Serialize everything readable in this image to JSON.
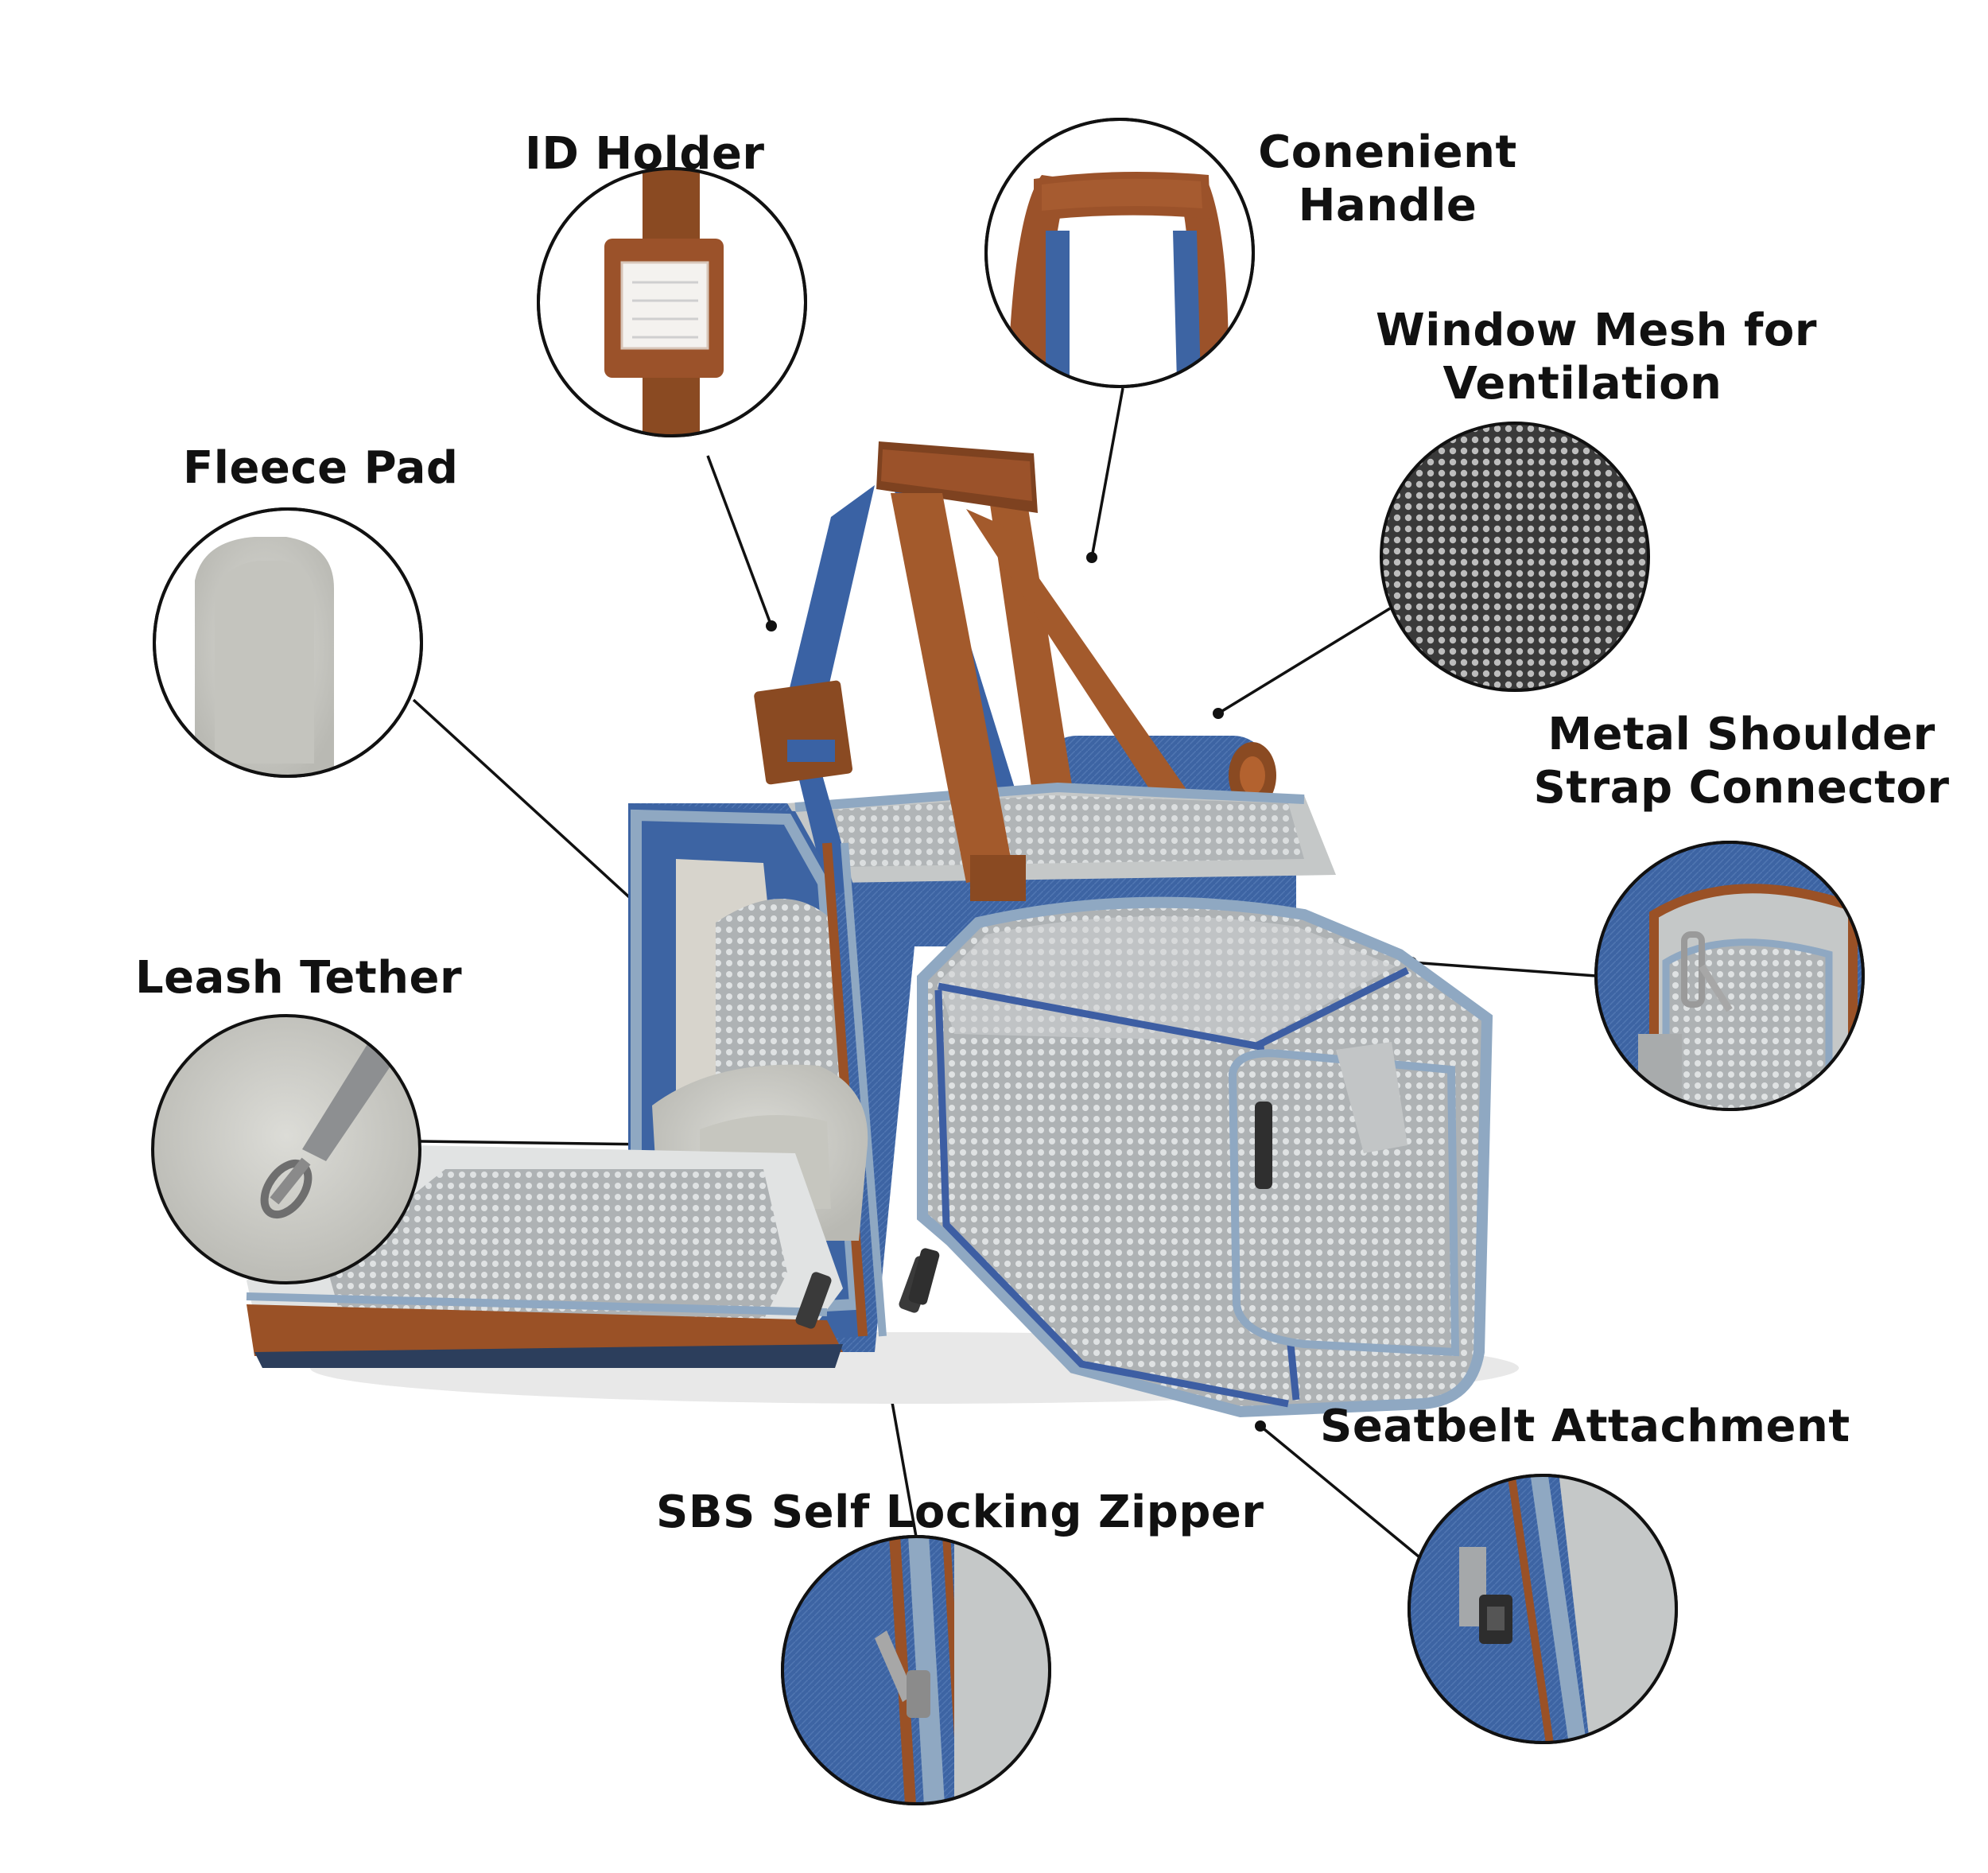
{
  "labels": {
    "id_holder": "ID Holder",
    "handle_line1": "Conenient",
    "handle_line2": "Handle",
    "mesh_line1": "Window Mesh for",
    "mesh_line2": "Ventilation",
    "fleece_pad": "Fleece Pad",
    "shoulder_line1": "Metal Shoulder",
    "shoulder_line2": "Strap Connector",
    "leash_tether": "Leash Tether",
    "seatbelt": "Seatbelt Attachment",
    "zipper": "SBS Self Locking Zipper"
  },
  "colors": {
    "denim_blue": "#3d64a3",
    "brown_leather": "#9a5126",
    "mesh_grey": "#b9bdbf",
    "piping_light_blue": "#8fa8c2",
    "fleece_grey": "#cfcfca"
  }
}
